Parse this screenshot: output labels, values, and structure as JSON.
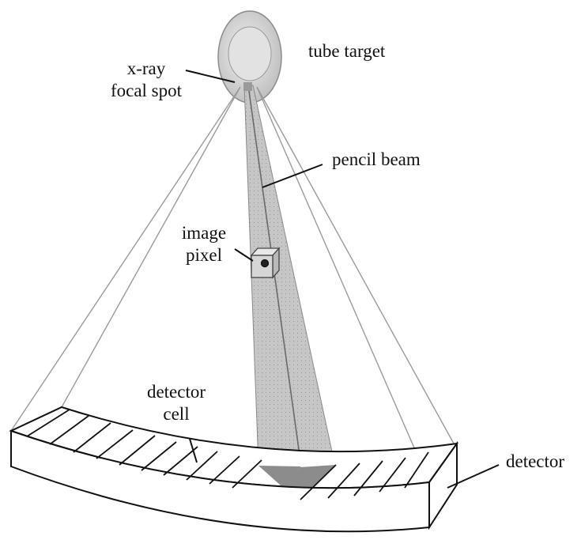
{
  "labels": {
    "focal_spot": [
      "x-ray",
      "focal spot"
    ],
    "tube_target": "tube target",
    "pencil_beam": "pencil beam",
    "image_pixel": [
      "image",
      "pixel"
    ],
    "detector_cell": [
      "detector",
      "cell"
    ],
    "detector": "detector"
  },
  "colors": {
    "beam_fill": "#c4c4c4",
    "beam_dots": "#8a8a8a",
    "fan_lines": "#9a9a9a",
    "target_outer": "#cfcfcf",
    "target_inner": "#e4e4e4",
    "pixel_face": "#d6d6d6",
    "detector_cell_fill": "#8c8c8c",
    "outline": "#111111"
  }
}
